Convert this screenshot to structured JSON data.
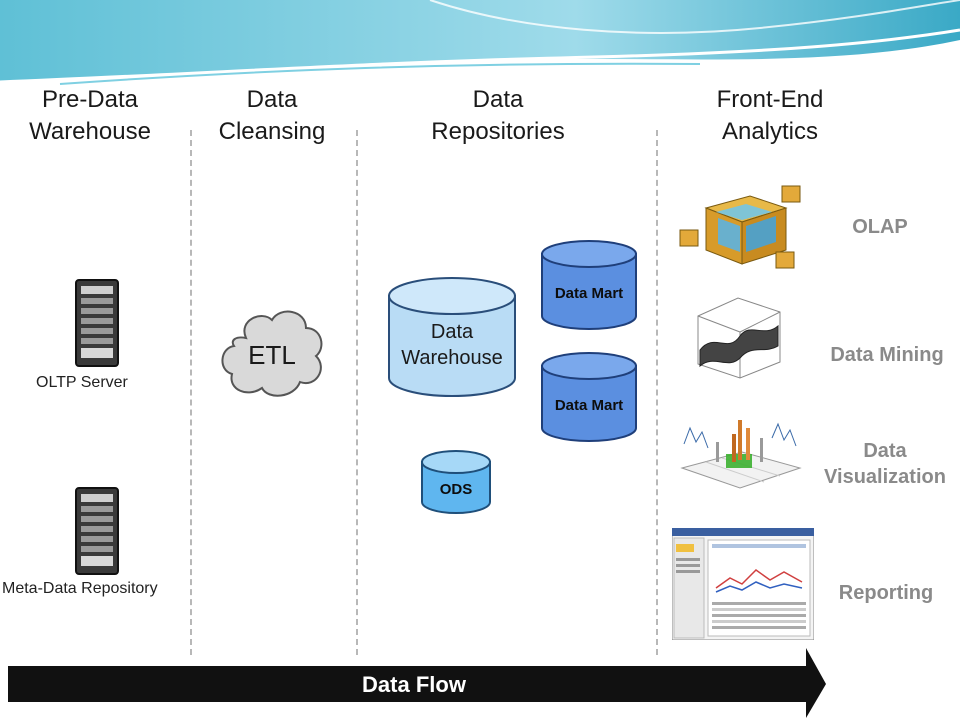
{
  "columns": {
    "pre_dw": "Pre-Data\nWarehouse",
    "cleansing": "Data\nCleansing",
    "repos": "Data\nRepositories",
    "analytics": "Front-End\nAnalytics"
  },
  "sources": {
    "oltp": "OLTP Server",
    "meta": "Meta-Data Repository"
  },
  "etl": "ETL",
  "repositories": {
    "dw_line1": "Data",
    "dw_line2": "Warehouse",
    "mart1": "Data Mart",
    "mart2": "Data Mart",
    "ods": "ODS"
  },
  "analytics": {
    "olap": "OLAP",
    "mining": "Data Mining",
    "viz": "Data\nVisualization",
    "reporting": "Reporting"
  },
  "flow": "Data Flow"
}
